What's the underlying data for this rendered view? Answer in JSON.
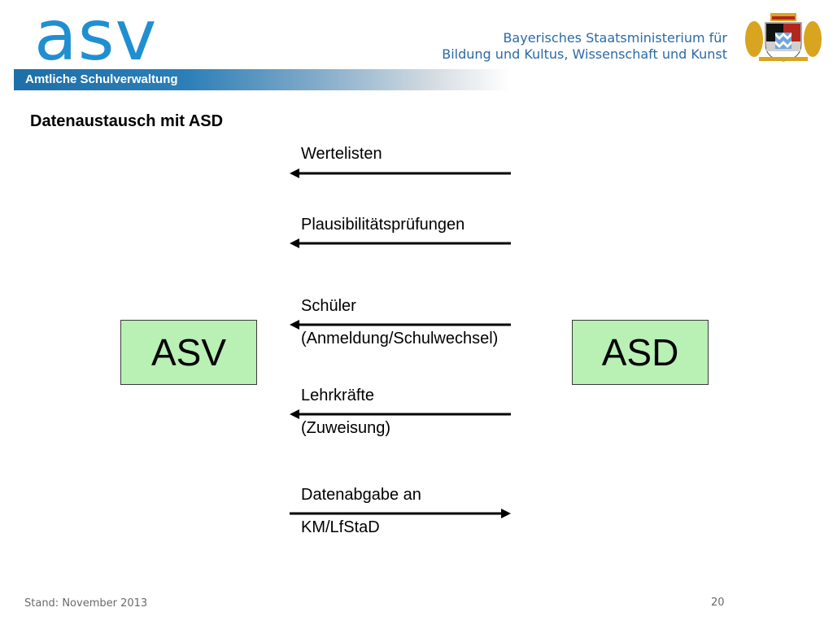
{
  "header": {
    "logo_text": "asv",
    "banner_text": "Amtliche Schulverwaltung",
    "ministry_line1": "Bayerisches Staatsministerium für",
    "ministry_line2": "Bildung und Kultus, Wissenschaft und Kunst",
    "crest_icon": "bavarian-coat-of-arms-icon"
  },
  "title": "Datenaustausch mit ASD",
  "boxes": {
    "left": "ASV",
    "right": "ASD",
    "fill_color": "#b9f0b4"
  },
  "flows": [
    {
      "lines": [
        "Wertelisten"
      ],
      "direction": "to-ASV"
    },
    {
      "lines": [
        "Plausibilitätsprüfungen"
      ],
      "direction": "to-ASV"
    },
    {
      "lines": [
        "Schüler",
        "(Anmeldung/Schulwechsel)"
      ],
      "direction": "to-ASV"
    },
    {
      "lines": [
        "Lehrkräfte",
        "(Zuweisung)"
      ],
      "direction": "to-ASV"
    },
    {
      "lines": [
        "Datenabgabe an",
        "KM/LfStaD"
      ],
      "direction": "to-ASD"
    }
  ],
  "footer": {
    "stand": "Stand: November 2013",
    "page": "20"
  },
  "colors": {
    "brand_blue": "#1f8fd1",
    "ministry_blue": "#2a6aa8"
  }
}
